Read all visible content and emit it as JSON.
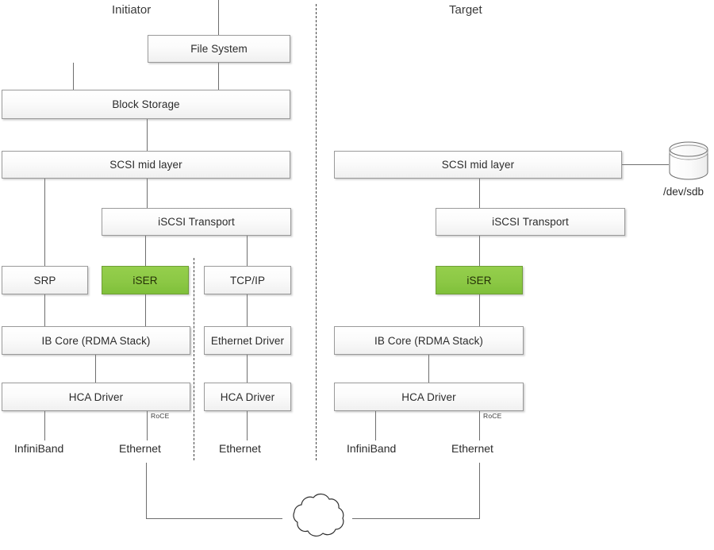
{
  "diagram": {
    "title_initiator": "Initiator",
    "title_target": "Target",
    "accent_green": "#8CC845",
    "box_border": "#9A9A9A",
    "line_color": "#6E6E6E"
  },
  "initiator": {
    "heading": "Initiator",
    "boxes": {
      "file_system": "File System",
      "block_storage": "Block Storage",
      "scsi_mid_layer": "SCSI mid layer",
      "iscsi_transport": "iSCSI Transport",
      "srp": "SRP",
      "iser": "iSER",
      "tcp_ip": "TCP/IP",
      "ib_core": "IB Core (RDMA Stack)",
      "ethernet_driver": "Ethernet Driver",
      "hca_driver_ib": "HCA Driver",
      "hca_driver_eth": "HCA Driver"
    },
    "fabric_labels": {
      "infiniband": "InfiniBand",
      "ethernet_roce": "Ethernet",
      "ethernet_tcp": "Ethernet"
    },
    "annotations": {
      "roce": "RoCE"
    }
  },
  "target": {
    "heading": "Target",
    "boxes": {
      "scsi_mid_layer": "SCSI mid layer",
      "iscsi_transport": "iSCSI Transport",
      "iser": "iSER",
      "ib_core": "IB Core (RDMA Stack)",
      "hca_driver": "HCA Driver"
    },
    "fabric_labels": {
      "infiniband": "InfiniBand",
      "ethernet": "Ethernet"
    },
    "annotations": {
      "roce": "RoCE"
    },
    "storage_device": {
      "label": "/dev/sdb",
      "icon": "cylinder-disk-icon"
    }
  },
  "network": {
    "cloud_icon": "network-cloud-icon"
  }
}
